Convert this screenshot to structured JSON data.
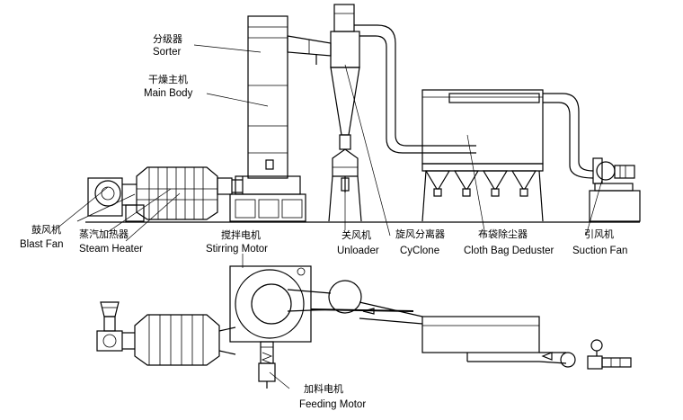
{
  "labels": {
    "sorter_cn": "分级器",
    "sorter_en": "Sorter",
    "main_body_cn": "干燥主机",
    "main_body_en": "Main Body",
    "blast_fan_cn": "鼓风机",
    "blast_fan_en": "Blast Fan",
    "steam_heater_cn": "蒸汽加热器",
    "steam_heater_en": "Steam Heater",
    "stirring_motor_cn": "搅拌电机",
    "stirring_motor_en": "Stirring Motor",
    "unloader_cn": "关风机",
    "unloader_en": "Unloader",
    "cyclone_cn": "旋风分离器",
    "cyclone_en": "CyClone",
    "bag_deduster_cn": "布袋除尘器",
    "bag_deduster_en": "Cloth Bag Deduster",
    "suction_fan_cn": "引风机",
    "suction_fan_en": "Suction Fan",
    "feeding_motor_cn": "加料电机",
    "feeding_motor_en": "Feeding Motor"
  }
}
